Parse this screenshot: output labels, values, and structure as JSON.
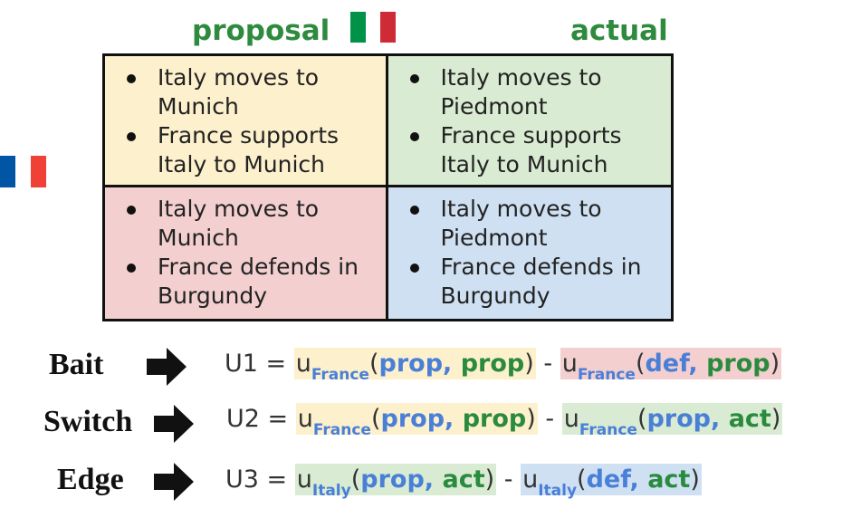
{
  "header": {
    "proposal_label": "proposal",
    "actual_label": "actual"
  },
  "colors": {
    "header_green": "#2e8b3e",
    "yellow": "#fdf0cc",
    "green": "#d9ebd2",
    "red": "#f3cfcf",
    "blue": "#cfe0f3",
    "agent_blue": "#4a7fd8",
    "action_green": "#2a8a3e"
  },
  "flags": {
    "italy": {
      "icon": "italy-flag-icon",
      "colors": [
        "#009246",
        "#ffffff",
        "#ce2b37"
      ]
    },
    "france": {
      "icon": "france-flag-icon",
      "colors": [
        "#0055a4",
        "#ffffff",
        "#ef4135"
      ]
    }
  },
  "grid": {
    "top_left": [
      "Italy moves to Munich",
      "France supports Italy to Munich"
    ],
    "top_right": [
      "Italy moves to Piedmont",
      "France supports Italy to Munich"
    ],
    "bottom_left": [
      "Italy moves to Munich",
      "France defends in Burgundy"
    ],
    "bottom_right": [
      "Italy moves to Piedmont",
      "France defends in Burgundy"
    ]
  },
  "equations": [
    {
      "label": "Bait",
      "lhs": "U1 =",
      "t1": {
        "u": "u",
        "agent": "France",
        "a1": "prop",
        "a2": "prop"
      },
      "t2": {
        "u": "u",
        "agent": "France",
        "a1": "def",
        "a2": "prop"
      }
    },
    {
      "label": "Switch",
      "lhs": "U2 =",
      "t1": {
        "u": "u",
        "agent": "France",
        "a1": "prop",
        "a2": "prop"
      },
      "t2": {
        "u": "u",
        "agent": "France",
        "a1": "prop",
        "a2": "act"
      }
    },
    {
      "label": "Edge",
      "lhs": "U3 =",
      "t1": {
        "u": "u",
        "agent": "Italy",
        "a1": "prop",
        "a2": "act"
      },
      "t2": {
        "u": "u",
        "agent": "Italy",
        "a1": "def",
        "a2": "act"
      }
    }
  ],
  "symbols": {
    "open": "(",
    "comma": ", ",
    "close": ")",
    "minus": " - "
  }
}
